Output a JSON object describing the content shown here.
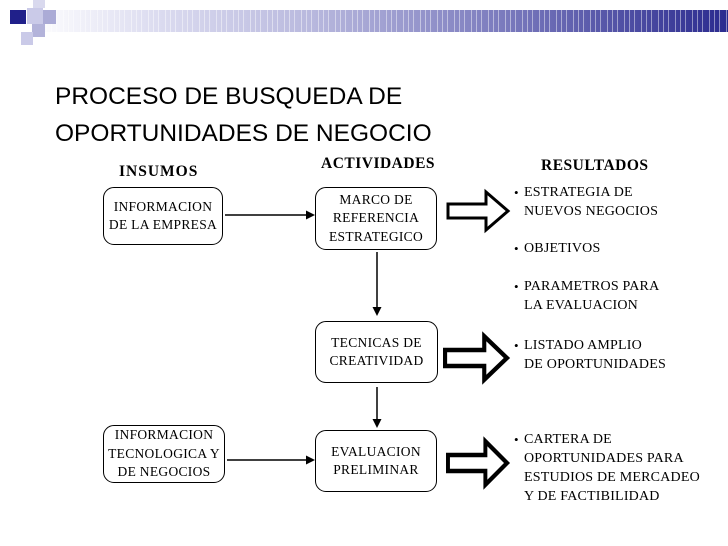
{
  "slide_title": "PROCESO DE BUSQUEDA DE\nOPORTUNIDADES DE NEGOCIO",
  "column_headers": {
    "insumos": "INSUMOS",
    "actividades": "ACTIVIDADES",
    "resultados": "RESULTADOS"
  },
  "process_boxes": {
    "informacion_empresa": "INFORMACION\nDE LA EMPRESA",
    "marco_referencia": "MARCO DE\nREFERENCIA\nESTRATEGICO",
    "tecnicas_creatividad": "TECNICAS DE\nCREATIVIDAD",
    "evaluacion_preliminar": "EVALUACION\nPRELIMINAR",
    "informacion_tecnologica": "INFORMACION\nTECNOLOGICA Y\nDE NEGOCIOS"
  },
  "results": {
    "bullet_char": "•",
    "items": [
      {
        "text": "ESTRATEGIA DE\nNUEVOS NEGOCIOS"
      },
      {
        "text": "OBJETIVOS"
      },
      {
        "text": "PARAMETROS PARA\nLA EVALUACION"
      },
      {
        "text": "LISTADO AMPLIO\nDE OPORTUNIDADES"
      },
      {
        "text": "CARTERA DE\nOPORTUNIDADES PARA\nESTUDIOS DE MERCADEO\nY DE FACTIBILIDAD"
      }
    ]
  },
  "colors": {
    "text": "#000000",
    "box_border": "#000000",
    "box_fill": "#ffffff",
    "banner_navy": "#2b2b8f",
    "pixel_dark_navy": "#20208a",
    "pixel_lavender_light": "#cacae8",
    "pixel_lavender_mid": "#ababd6"
  }
}
